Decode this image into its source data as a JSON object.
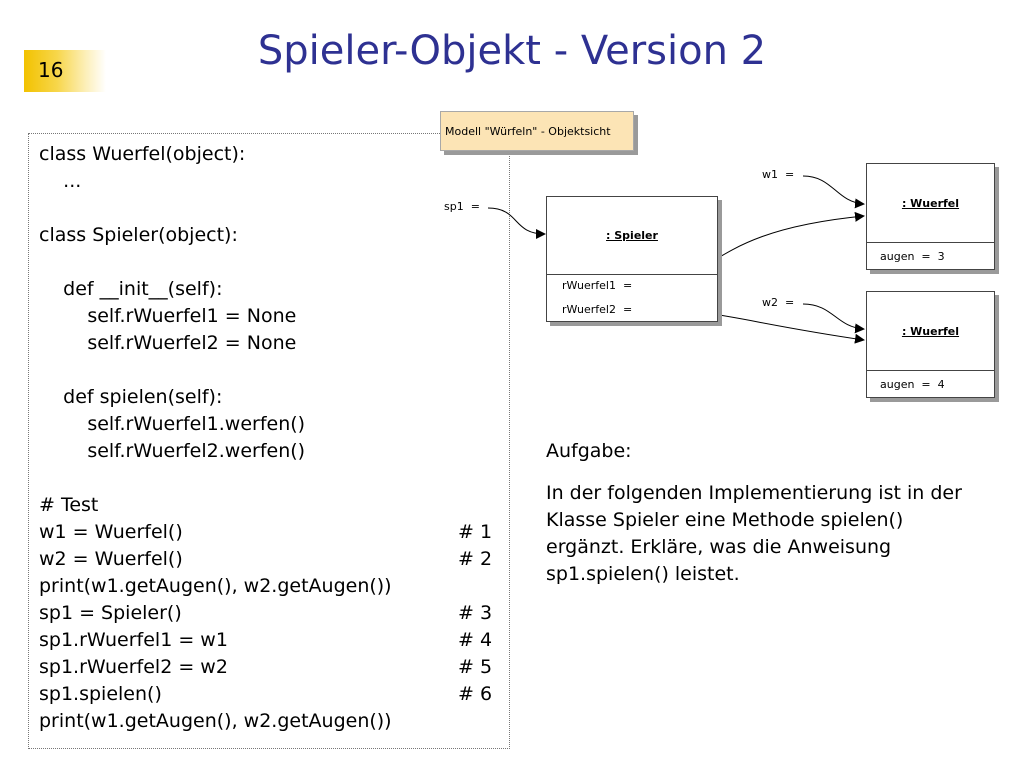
{
  "slide_number": "16",
  "title": "Spieler-Objekt - Version 2",
  "code": [
    {
      "text": "class Wuerfel(object):",
      "comment": ""
    },
    {
      "text": "    ...",
      "comment": ""
    },
    {
      "text": "",
      "comment": ""
    },
    {
      "text": "class Spieler(object):",
      "comment": ""
    },
    {
      "text": "",
      "comment": ""
    },
    {
      "text": "    def __init__(self):",
      "comment": ""
    },
    {
      "text": "        self.rWuerfel1 = None",
      "comment": ""
    },
    {
      "text": "        self.rWuerfel2 = None",
      "comment": ""
    },
    {
      "text": "",
      "comment": ""
    },
    {
      "text": "    def spielen(self):",
      "comment": ""
    },
    {
      "text": "        self.rWuerfel1.werfen()",
      "comment": ""
    },
    {
      "text": "        self.rWuerfel2.werfen()",
      "comment": ""
    },
    {
      "text": "",
      "comment": ""
    },
    {
      "text": "# Test",
      "comment": ""
    },
    {
      "text": "w1 = Wuerfel()",
      "comment": "# 1"
    },
    {
      "text": "w2 = Wuerfel()",
      "comment": "# 2"
    },
    {
      "text": "print(w1.getAugen(), w2.getAugen())",
      "comment": ""
    },
    {
      "text": "sp1 = Spieler()",
      "comment": "# 3"
    },
    {
      "text": "sp1.rWuerfel1 = w1",
      "comment": "# 4"
    },
    {
      "text": "sp1.rWuerfel2 = w2",
      "comment": "# 5"
    },
    {
      "text": "sp1.spielen()",
      "comment": "# 6"
    },
    {
      "text": "print(w1.getAugen(), w2.getAugen())",
      "comment": ""
    }
  ],
  "diagram": {
    "title": "Modell \"Würfeln\" - Objektsicht",
    "sp1_label": "sp1  =",
    "w1_label": "w1  =",
    "w2_label": "w2  =",
    "spieler": {
      "name": ": Spieler",
      "attr1": "rWuerfel1  =",
      "attr2": "rWuerfel2  ="
    },
    "wuerfel1": {
      "name": ": Wuerfel",
      "attr": "augen  =  3"
    },
    "wuerfel2": {
      "name": ": Wuerfel",
      "attr": "augen  =  4"
    }
  },
  "task": {
    "heading": "Aufgabe:",
    "text": "In der folgenden Implementierung ist in der Klasse Spieler eine Methode spielen() ergänzt. Erkläre, was die Anweisung sp1.spielen() leistet."
  },
  "colors": {
    "title": "#2e3192",
    "accent": "#f2c200",
    "diagram_title_bg": "#fce4b5"
  }
}
